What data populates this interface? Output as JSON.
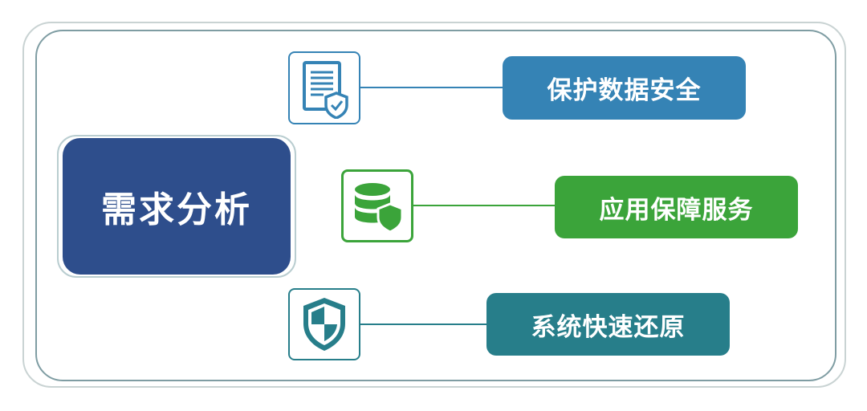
{
  "main": {
    "title": "需求分析",
    "color": "#2e4e8c"
  },
  "branches": [
    {
      "label": "保护数据安全",
      "icon": "document-shield-icon",
      "color": "#3583b5"
    },
    {
      "label": "应用保障服务",
      "icon": "database-shield-icon",
      "color": "#3ba43a"
    },
    {
      "label": "系统快速还原",
      "icon": "shield-icon",
      "color": "#277e8a"
    }
  ]
}
